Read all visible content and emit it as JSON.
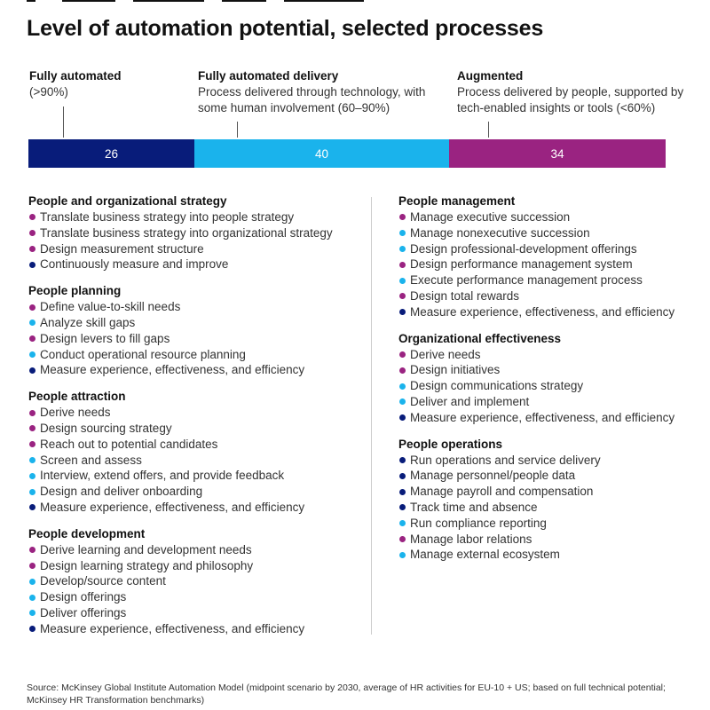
{
  "title": "Level of automation potential, selected processes",
  "colors": {
    "fully_automated": "#081c7a",
    "fully_automated_delivery": "#1ab3ec",
    "augmented": "#9a2381"
  },
  "legend": [
    {
      "key": "fully_automated",
      "title": "Fully automated",
      "desc": "(>90%)"
    },
    {
      "key": "fully_automated_delivery",
      "title": "Fully automated delivery",
      "desc": "Process delivered through technology, with some human involvement (60–90%)"
    },
    {
      "key": "augmented",
      "title": "Augmented",
      "desc": "Process delivered by people, supported by tech-enabled insights or tools (<60%)"
    }
  ],
  "chart_data": {
    "type": "bar",
    "orientation": "horizontal-stacked",
    "categories": [
      "Fully automated",
      "Fully automated delivery",
      "Augmented"
    ],
    "values": [
      26,
      40,
      34
    ],
    "value_labels": [
      "26",
      "40",
      "34"
    ]
  },
  "columns": [
    [
      {
        "title": "People and organizational strategy",
        "items": [
          {
            "label": "Translate business strategy into people strategy",
            "level": "augmented"
          },
          {
            "label": "Translate business strategy into organizational strategy",
            "level": "augmented"
          },
          {
            "label": "Design measurement structure",
            "level": "augmented"
          },
          {
            "label": "Continuously measure and improve",
            "level": "fully_automated"
          }
        ]
      },
      {
        "title": "People planning",
        "items": [
          {
            "label": "Define value-to-skill needs",
            "level": "augmented"
          },
          {
            "label": "Analyze skill gaps",
            "level": "fully_automated_delivery"
          },
          {
            "label": "Design levers to fill gaps",
            "level": "augmented"
          },
          {
            "label": "Conduct operational resource planning",
            "level": "fully_automated_delivery"
          },
          {
            "label": "Measure experience, effectiveness, and efficiency",
            "level": "fully_automated"
          }
        ]
      },
      {
        "title": "People attraction",
        "items": [
          {
            "label": "Derive needs",
            "level": "augmented"
          },
          {
            "label": "Design sourcing strategy",
            "level": "augmented"
          },
          {
            "label": "Reach out to potential candidates",
            "level": "augmented"
          },
          {
            "label": "Screen and assess",
            "level": "fully_automated_delivery"
          },
          {
            "label": "Interview, extend offers, and provide feedback",
            "level": "fully_automated_delivery"
          },
          {
            "label": "Design and deliver onboarding",
            "level": "fully_automated_delivery"
          },
          {
            "label": "Measure experience, effectiveness, and efficiency",
            "level": "fully_automated"
          }
        ]
      },
      {
        "title": "People development",
        "items": [
          {
            "label": "Derive learning and development needs",
            "level": "augmented"
          },
          {
            "label": "Design learning strategy and philosophy",
            "level": "augmented"
          },
          {
            "label": "Develop/source content",
            "level": "fully_automated_delivery"
          },
          {
            "label": "Design offerings",
            "level": "fully_automated_delivery"
          },
          {
            "label": "Deliver offerings",
            "level": "fully_automated_delivery"
          },
          {
            "label": "Measure experience, effectiveness, and efficiency",
            "level": "fully_automated"
          }
        ]
      }
    ],
    [
      {
        "title": "People management",
        "items": [
          {
            "label": "Manage executive succession",
            "level": "augmented"
          },
          {
            "label": "Manage nonexecutive succession",
            "level": "fully_automated_delivery"
          },
          {
            "label": "Design professional-development offerings",
            "level": "fully_automated_delivery"
          },
          {
            "label": "Design performance management system",
            "level": "augmented"
          },
          {
            "label": "Execute performance management process",
            "level": "fully_automated_delivery"
          },
          {
            "label": "Design total rewards",
            "level": "augmented"
          },
          {
            "label": "Measure experience, effectiveness, and efficiency",
            "level": "fully_automated"
          }
        ]
      },
      {
        "title": "Organizational effectiveness",
        "items": [
          {
            "label": "Derive needs",
            "level": "augmented"
          },
          {
            "label": "Design initiatives",
            "level": "augmented"
          },
          {
            "label": "Design communications strategy",
            "level": "fully_automated_delivery"
          },
          {
            "label": "Deliver and implement",
            "level": "fully_automated_delivery"
          },
          {
            "label": "Measure experience, effectiveness, and efficiency",
            "level": "fully_automated"
          }
        ]
      },
      {
        "title": "People operations",
        "items": [
          {
            "label": "Run operations and service delivery",
            "level": "fully_automated"
          },
          {
            "label": "Manage personnel/people data",
            "level": "fully_automated"
          },
          {
            "label": "Manage payroll and compensation",
            "level": "fully_automated"
          },
          {
            "label": "Track time and absence",
            "level": "fully_automated"
          },
          {
            "label": "Run compliance reporting",
            "level": "fully_automated_delivery"
          },
          {
            "label": "Manage labor relations",
            "level": "augmented"
          },
          {
            "label": "Manage external ecosystem",
            "level": "fully_automated_delivery"
          }
        ]
      }
    ]
  ],
  "source": "Source: McKinsey Global Institute Automation Model (midpoint scenario by 2030, average of HR activities for EU-10 + US; based on full technical potential; McKinsey HR Transformation benchmarks)"
}
